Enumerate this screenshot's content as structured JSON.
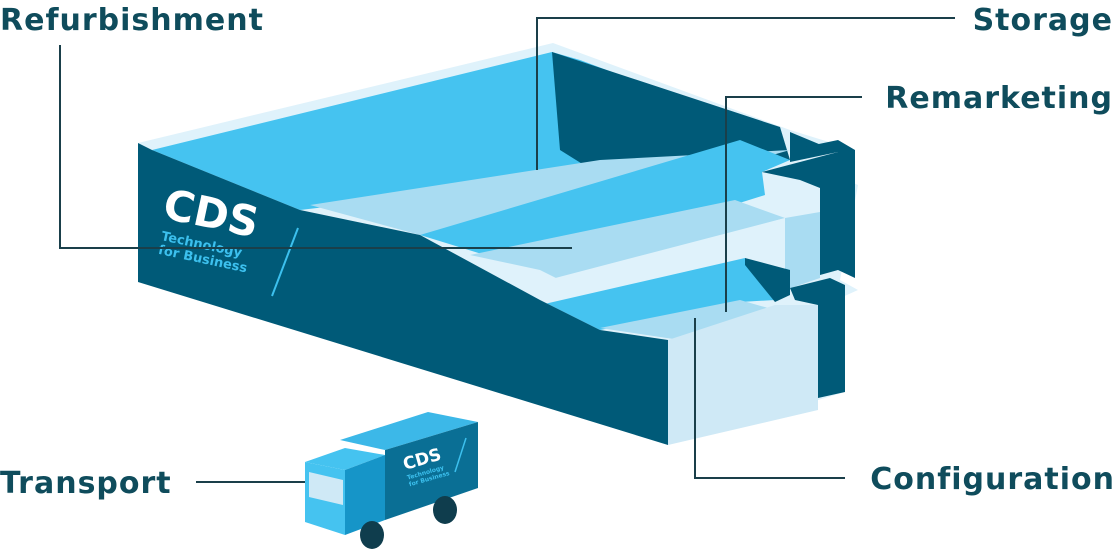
{
  "labels": {
    "refurbishment": "Refurbishment",
    "storage": "Storage",
    "remarketing": "Remarketing",
    "transport": "Transport",
    "configuration": "Configuration"
  },
  "building_logo": {
    "name": "CDS",
    "line1": "Technology",
    "line2": "for Business"
  },
  "truck_logo": {
    "name": "CDS",
    "line1": "Technology",
    "line2": "for Business"
  },
  "colors": {
    "text": "#0f4c5c",
    "wall_dark": "#005a78",
    "floor_bright": "#45c3f0",
    "floor_light": "#a9dcf2",
    "wall_pale": "#cfe9f6"
  }
}
